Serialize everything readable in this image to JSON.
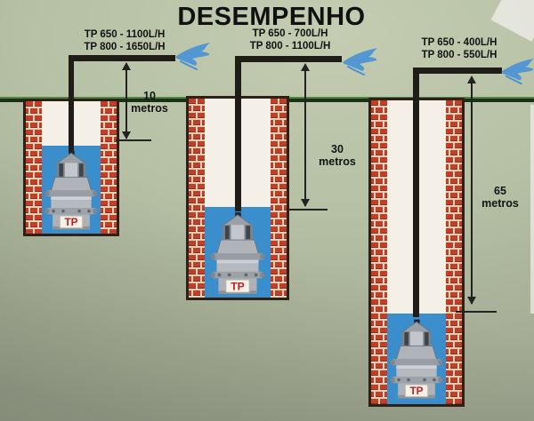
{
  "title": "DESEMPENHO",
  "brand_logo": "TP",
  "icons": {
    "splash": "water-splash-icon"
  },
  "wells": [
    {
      "flow_line1": "TP 650 - 1100L/H",
      "flow_line2": "TP 800 - 1650L/H",
      "depth": "10",
      "depth_unit": "metros"
    },
    {
      "flow_line1": "TP 650 - 700L/H",
      "flow_line2": "TP 800 - 1100L/H",
      "depth": "30",
      "depth_unit": "metros"
    },
    {
      "flow_line1": "TP 650 - 400L/H",
      "flow_line2": "TP 800 - 550L/H",
      "depth": "65",
      "depth_unit": "metros"
    }
  ],
  "colors": {
    "background": "#b5c0a4",
    "ground_line": "#1c2f17",
    "pipe": "#201d18",
    "brick": "#c23e27",
    "mortar": "#dcd2ba",
    "well_interior": "#f4f0e8",
    "water": "#3a8ecb",
    "splash": "#4791d6",
    "brand_red": "#c01f1f"
  }
}
